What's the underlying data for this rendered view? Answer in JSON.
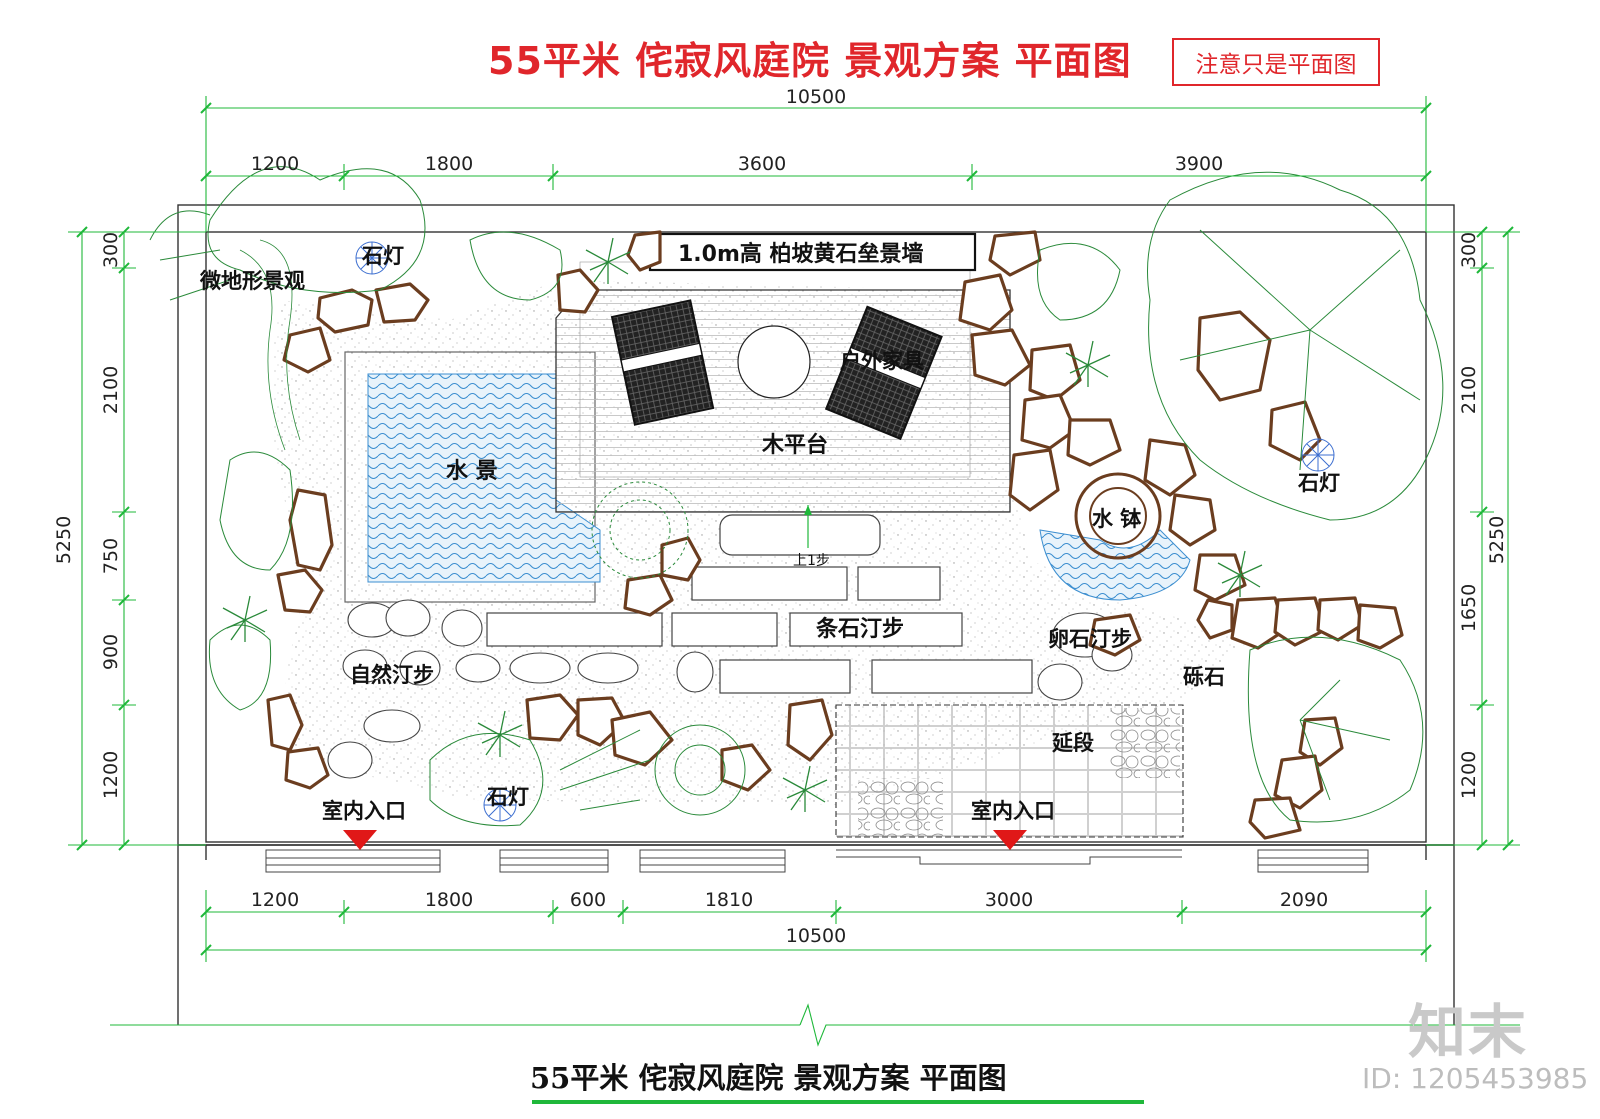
{
  "title": "55平米 侘寂风庭院 景观方案 平面图",
  "note": "注意只是平面图",
  "bottom_title": "55平米  侘寂风庭院  景观方案  平面图",
  "watermark": {
    "logo": "知末",
    "id": "ID: 1205453985"
  },
  "dimensions": {
    "top_total": "10500",
    "top_segments": [
      "1200",
      "1800",
      "3600",
      "3900"
    ],
    "bottom_segments": [
      "1200",
      "1800",
      "600",
      "1810",
      "3000",
      "2090"
    ],
    "bottom_total": "10500",
    "left_segments": [
      "300",
      "2100",
      "750",
      "900",
      "1200"
    ],
    "left_total": "5250",
    "right_segments": [
      "300",
      "2100",
      "1650",
      "1200"
    ],
    "right_total": "5250"
  },
  "labels": {
    "feature_wall": "1.0m高  柏坡黄石垒景墙",
    "stone_lamp_1": "石灯",
    "stone_lamp_2": "石灯",
    "stone_lamp_3": "石灯",
    "micro_terrain": "微地形景观",
    "outdoor_furniture": "户外家具",
    "wood_deck": "木平台",
    "water_feature": "水  景",
    "water_bowl": "水 钵",
    "step_up": "上1步",
    "strip_stepping": "条石汀步",
    "pebble_stepping": "卵石汀步",
    "natural_stepping": "自然汀步",
    "gravel": "砾石",
    "extension": "延段",
    "entrance_1": "室内入口",
    "entrance_2": "室内入口"
  },
  "colors": {
    "dimension": "#1fb83a",
    "title": "#e0262b",
    "stone": "#6b3d1f",
    "water": "#3d8fd0",
    "plant": "#2a8a3a",
    "marker": "#e01818"
  }
}
